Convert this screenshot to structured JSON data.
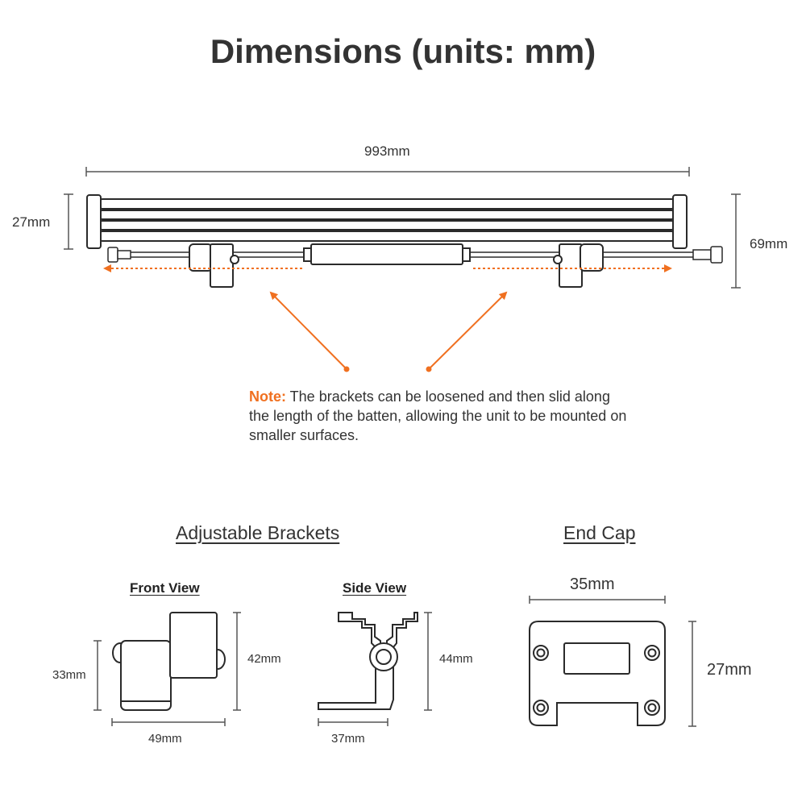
{
  "title": "Dimensions (units: mm)",
  "main_view": {
    "length": "993mm",
    "height_body": "27mm",
    "height_total": "69mm"
  },
  "note": {
    "label": "Note:",
    "text": " The brackets can be loosened and then slid along the length of the batten, allowing the unit to be mounted on smaller surfaces."
  },
  "brackets": {
    "title": "Adjustable Brackets",
    "front_view": {
      "title": "Front View",
      "height_left": "33mm",
      "height_right": "42mm",
      "width": "49mm"
    },
    "side_view": {
      "title": "Side View",
      "height": "44mm",
      "width": "37mm"
    }
  },
  "end_cap": {
    "title": "End Cap",
    "width": "35mm",
    "height": "27mm"
  },
  "colors": {
    "accent": "#f07020",
    "line": "#2a2a2a",
    "dim": "#555555"
  }
}
